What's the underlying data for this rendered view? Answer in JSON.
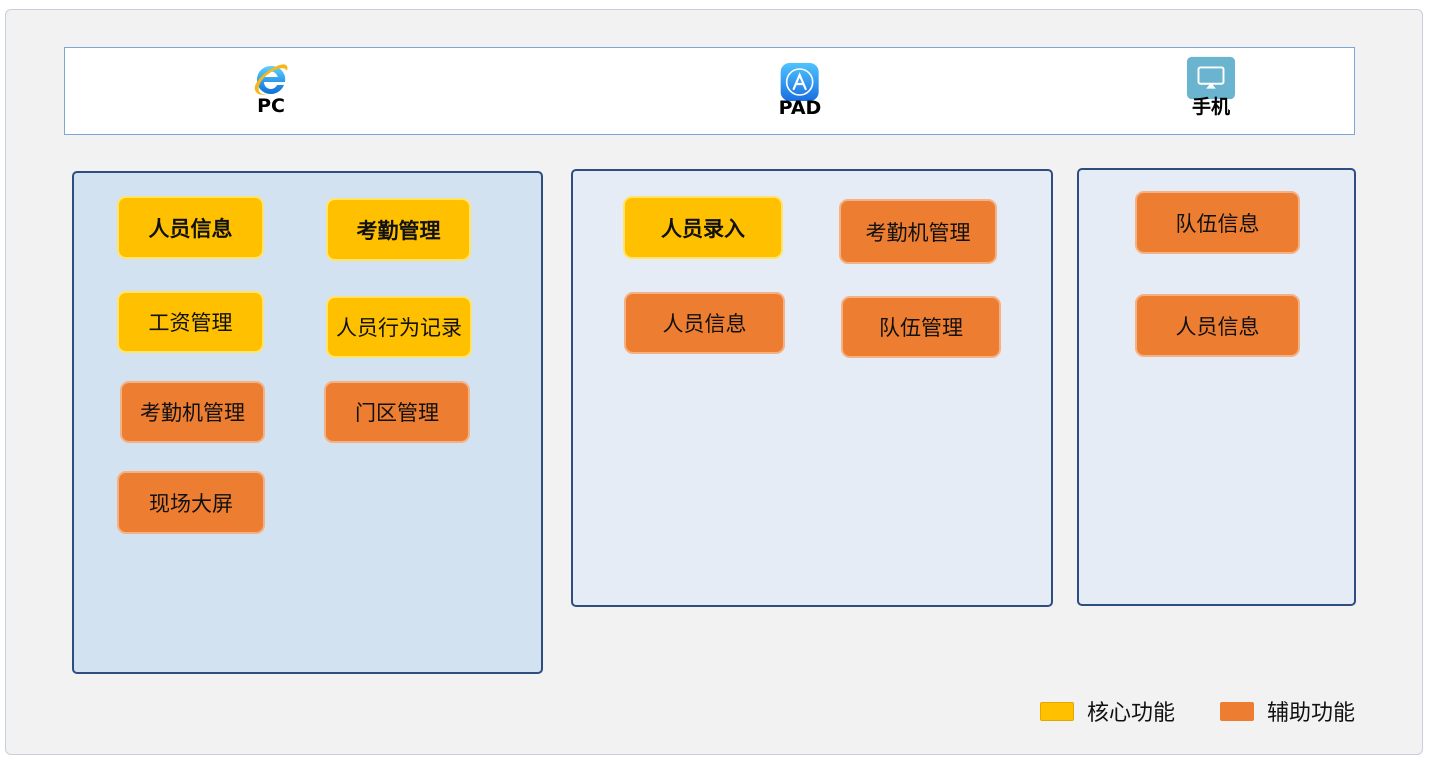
{
  "platforms": {
    "pc": {
      "label": "PC",
      "icon": "ie-browser-icon"
    },
    "pad": {
      "label": "PAD",
      "icon": "app-store-icon"
    },
    "phone": {
      "label": "手机",
      "icon": "airplay-screen-icon"
    }
  },
  "panels": {
    "pc": {
      "nodes": [
        {
          "label": "人员信息",
          "kind": "core"
        },
        {
          "label": "考勤管理",
          "kind": "core"
        },
        {
          "label": "工资管理",
          "kind": "core"
        },
        {
          "label": "人员行为记录",
          "kind": "core"
        },
        {
          "label": "考勤机管理",
          "kind": "aux"
        },
        {
          "label": "门区管理",
          "kind": "aux"
        },
        {
          "label": "现场大屏",
          "kind": "aux"
        }
      ]
    },
    "pad": {
      "nodes": [
        {
          "label": "人员录入",
          "kind": "core"
        },
        {
          "label": "考勤机管理",
          "kind": "aux"
        },
        {
          "label": "人员信息",
          "kind": "aux"
        },
        {
          "label": "队伍管理",
          "kind": "aux"
        }
      ]
    },
    "phone": {
      "nodes": [
        {
          "label": "队伍信息",
          "kind": "aux"
        },
        {
          "label": "人员信息",
          "kind": "aux"
        }
      ]
    }
  },
  "legend": {
    "core": {
      "label": "核心功能",
      "color": "#ffc000"
    },
    "aux": {
      "label": "辅助功能",
      "color": "#ed7d31"
    }
  }
}
